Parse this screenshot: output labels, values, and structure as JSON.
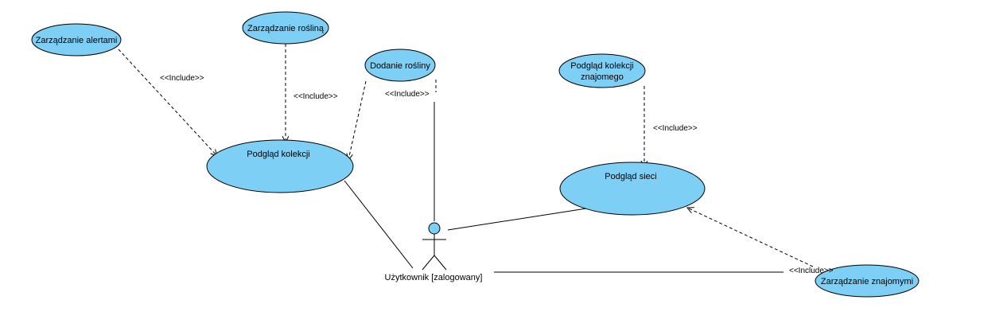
{
  "diagram": {
    "use_cases": {
      "alerts": "Zarządzanie alertami",
      "plant": "Zarządzanie rośliną",
      "add_plant": "Dodanie rośliny",
      "collection": "Podgląd kolekcji",
      "friend_collection_line1": "Podgląd kolekcji",
      "friend_collection_line2": "znajomego",
      "network": "Podgląd sieci",
      "friends": "Zarządzanie znajomymi"
    },
    "actor": {
      "label": "Użytkownik [zalogowany]"
    },
    "stereotype": "<<Include>>",
    "colors": {
      "use_case_fill": "#7ecff5",
      "stroke": "#000000"
    }
  }
}
